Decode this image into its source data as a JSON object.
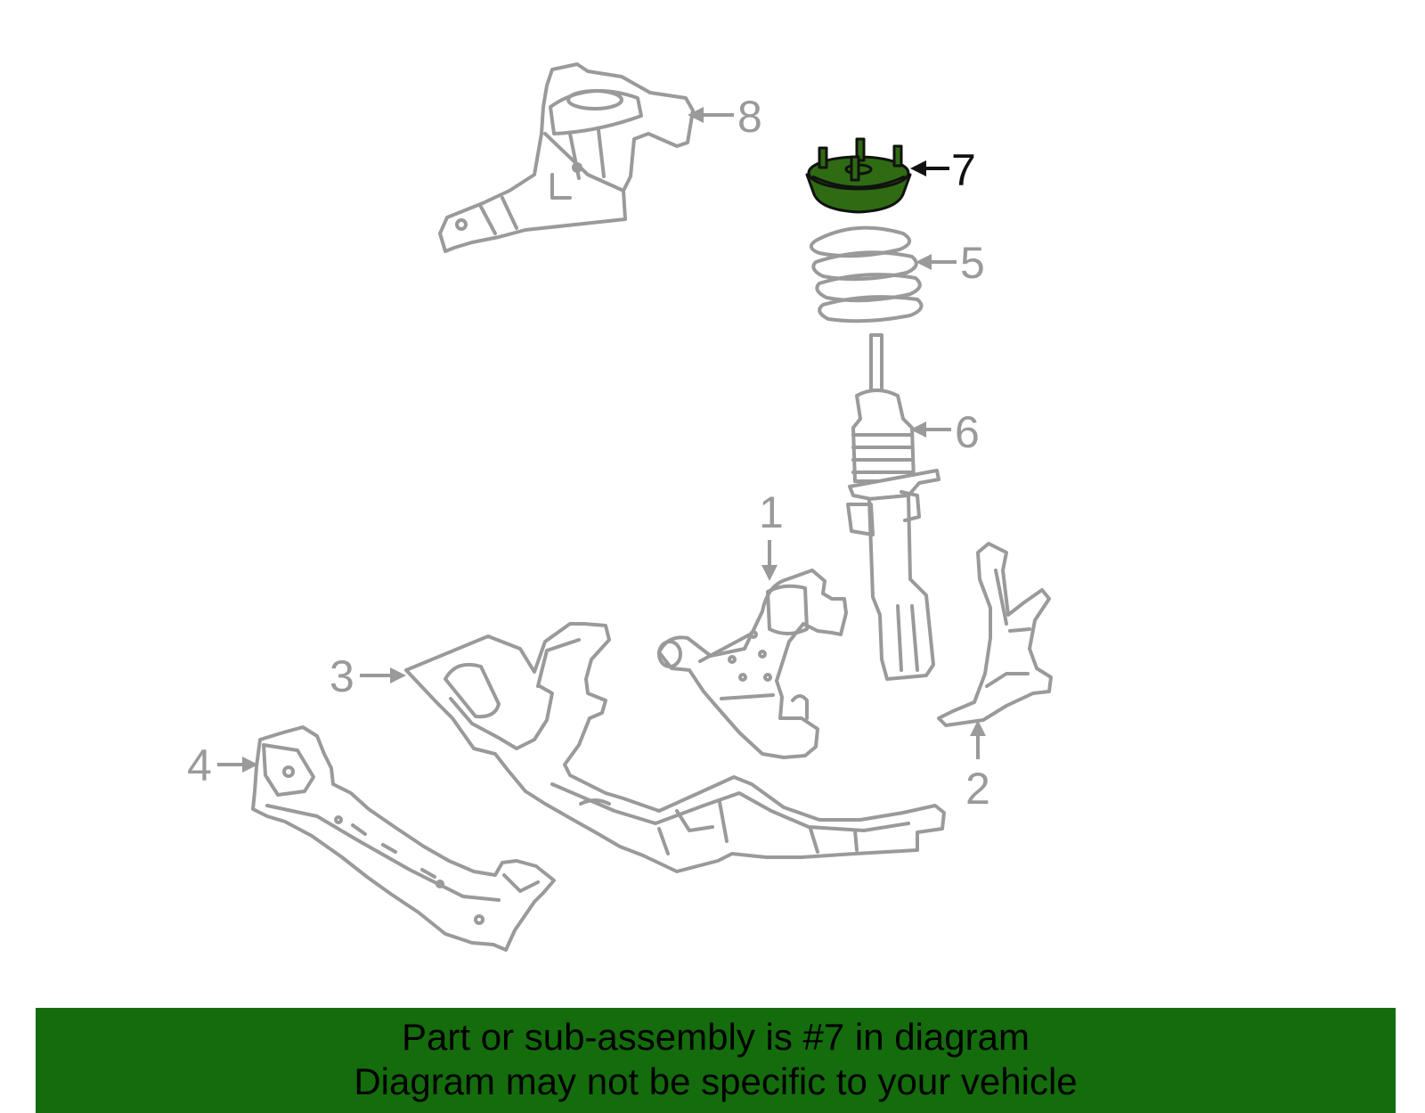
{
  "callouts": {
    "c1": "1",
    "c2": "2",
    "c3": "3",
    "c4": "4",
    "c5": "5",
    "c6": "6",
    "c7": "7",
    "c8": "8"
  },
  "highlighted_callout": "7",
  "colors": {
    "highlight_fill": "#2e6b12",
    "part_stroke": "#9a9a9a",
    "banner_bg": "#146c0d"
  },
  "banner": {
    "line1": "Part or sub-assembly is #7 in diagram",
    "line2": "Diagram may not be specific to your vehicle"
  }
}
